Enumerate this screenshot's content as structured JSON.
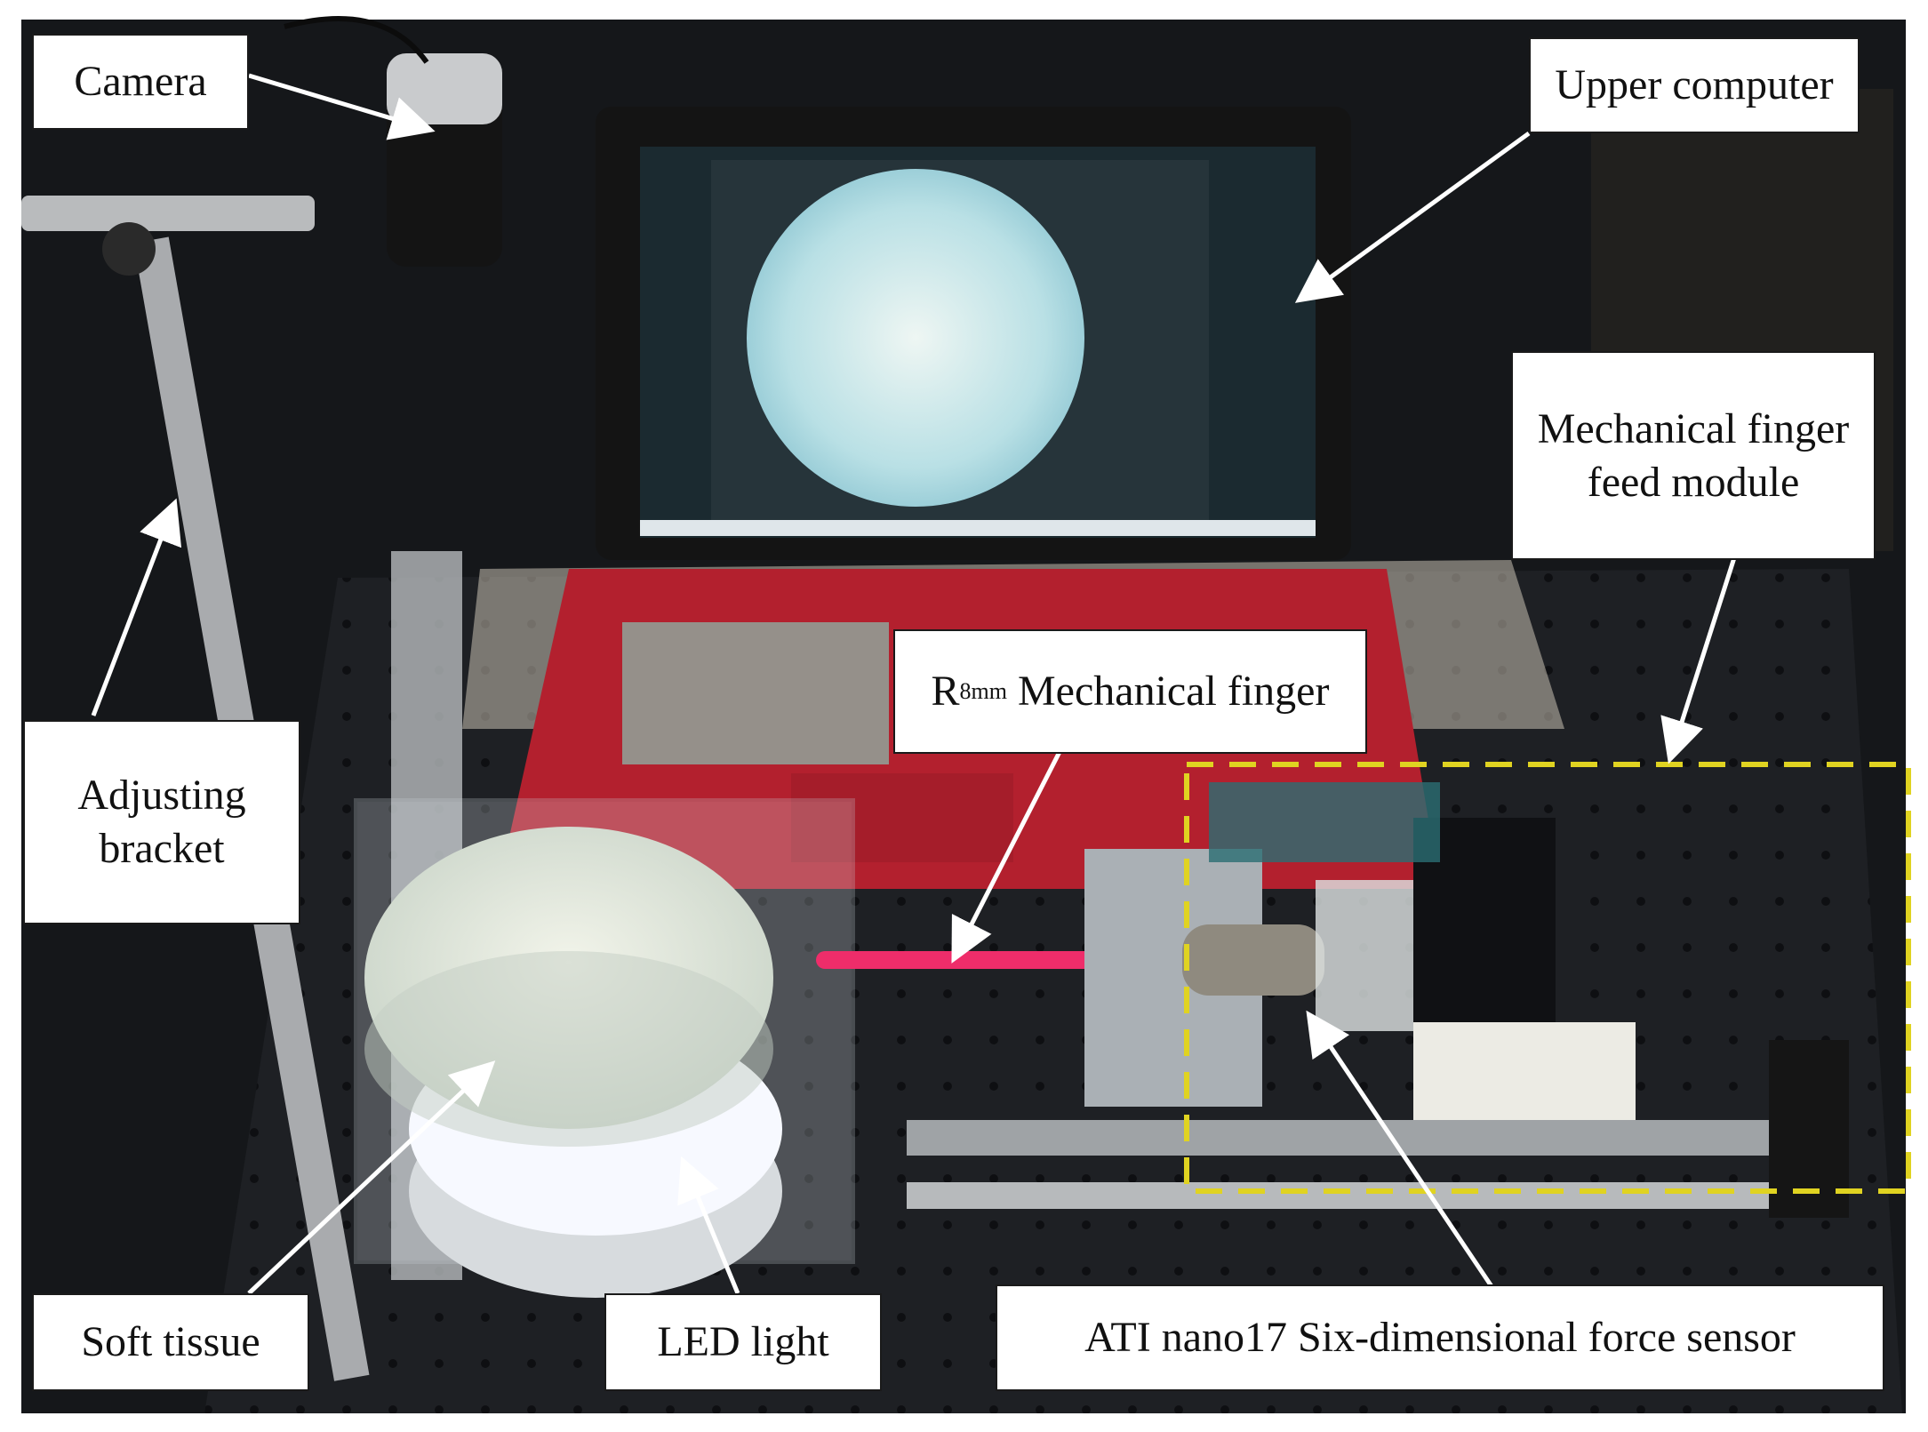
{
  "labels": {
    "camera": "Camera",
    "upper_computer": "Upper computer",
    "feed_module_line1": "Mechanical finger",
    "feed_module_line2": "feed module",
    "finger_prefix": "R",
    "finger_subscript": "8mm",
    "finger_suffix": " Mechanical finger",
    "bracket_line1": "Adjusting",
    "bracket_line2": "bracket",
    "soft_tissue": "Soft tissue",
    "led_light": "LED light",
    "force_sensor": "ATI nano17 Six-dimensional force sensor"
  },
  "colors": {
    "background_dark": "#15171a",
    "laptop_red": "#b3202e",
    "screen_blue": "#9fd4de",
    "finger_pink": "#ee2d6a",
    "dashed_box": "#e0d321",
    "table_black": "#1e2024"
  }
}
